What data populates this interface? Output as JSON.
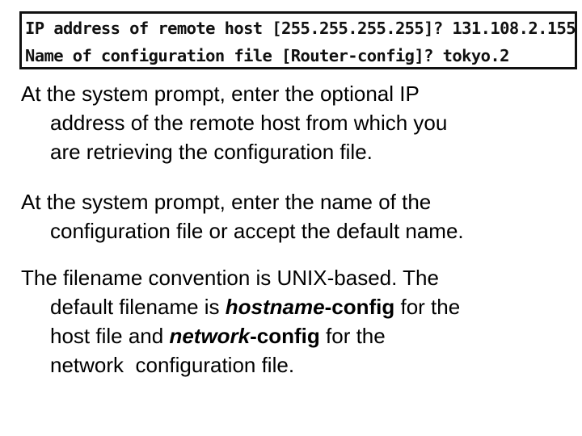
{
  "terminal": {
    "line1": "IP address of remote host [255.255.255.255]? 131.108.2.155",
    "line2": "Name of configuration file [Router-config]? tokyo.2"
  },
  "paragraphs": {
    "p1": {
      "line1": "At the system prompt, enter the optional IP",
      "line2": "address of the remote host from which you",
      "line3": "are retrieving the configuration file."
    },
    "p2": {
      "line1": "At the system prompt, enter the name of the",
      "line2": "configuration file or accept the default name."
    },
    "p3": {
      "line1": "The filename convention is UNIX-based. The",
      "line2_pre": "default filename is ",
      "line2_em": "hostname",
      "line2_bold": "-config",
      "line2_post": " for the",
      "line3_pre": "host file and ",
      "line3_em": "network",
      "line3_bold": "-config",
      "line3_post": " for the",
      "line4": "network  configuration file."
    }
  }
}
